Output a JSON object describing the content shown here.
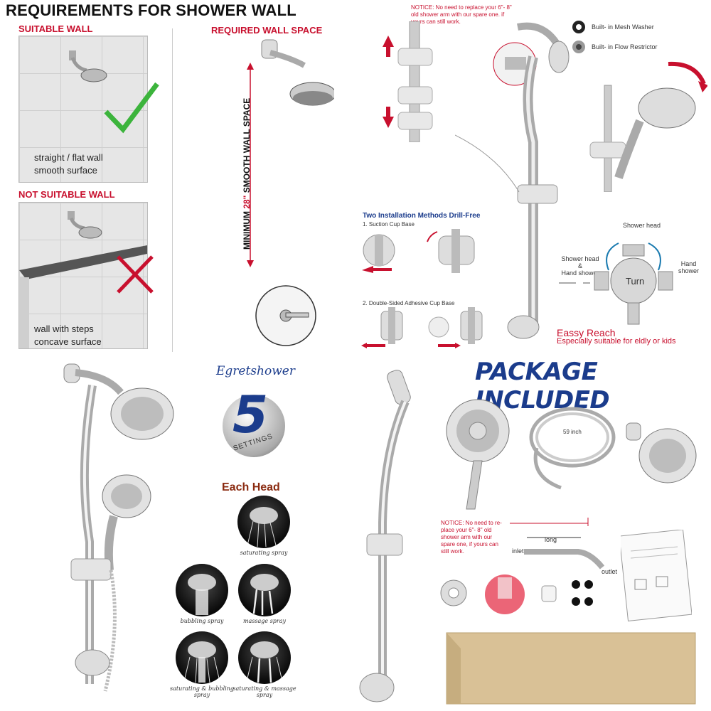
{
  "panel1": {
    "title": "REQUIREMENTS FOR SHOWER WALL",
    "suitable_header": "SUITABLE WALL",
    "suitable_line1": "straight / flat wall",
    "suitable_line2": "smooth surface",
    "unsuitable_header": "NOT SUITABLE WALL",
    "unsuitable_line1": "wall with steps",
    "unsuitable_line2": "concave surface",
    "required_header": "REQUIRED WALL SPACE",
    "space_prefix": "MINIMUM ",
    "space_value": "28\"",
    "space_suffix": " SMOOTH WALL SPACE"
  },
  "panel2": {
    "notice": "NOTICE: No need to replace your 6\"- 8\" old shower arm with our spare one. if yours can still work.",
    "mesh_washer": "Built- in Mesh Washer",
    "flow_restrictor": "Built- in Flow Restrictor",
    "methods_title": "Two Installation Methods Drill-Free",
    "method1": "1. Suction Cup Base",
    "method2": "2. Double-Sided Adhesive Cup Base",
    "diverter_top": "Shower head",
    "diverter_left1": "Shower head",
    "diverter_left2": "&",
    "diverter_left3": "Hand shower",
    "diverter_right1": "Hand",
    "diverter_right2": "shower",
    "turn": "Turn",
    "reach_title": "Eassy Reach",
    "reach_sub": "Especially suitable for eldly or kids"
  },
  "panel3": {
    "brand": "Egretshower",
    "settings_number": "5",
    "settings_word": "SETTINGS",
    "each_head": "Each Head",
    "sprays": [
      "saturating spray",
      "bubbling spray",
      "massage spray",
      "saturating & bubbling spray",
      "saturating & massage spray"
    ]
  },
  "panel4": {
    "title": "PACKAGE INCLUDED",
    "hose_length": "59 inch",
    "notice": "NOTICE: No need to re- place your 6\"- 8\" old shower arm with our spare one, if yours can still work.",
    "long": "long",
    "inlet": "inlet",
    "outlet": "outlet"
  },
  "colors": {
    "accent_red": "#c8102e",
    "brand_blue": "#1b3c8c",
    "check_green": "#3cb43c"
  }
}
